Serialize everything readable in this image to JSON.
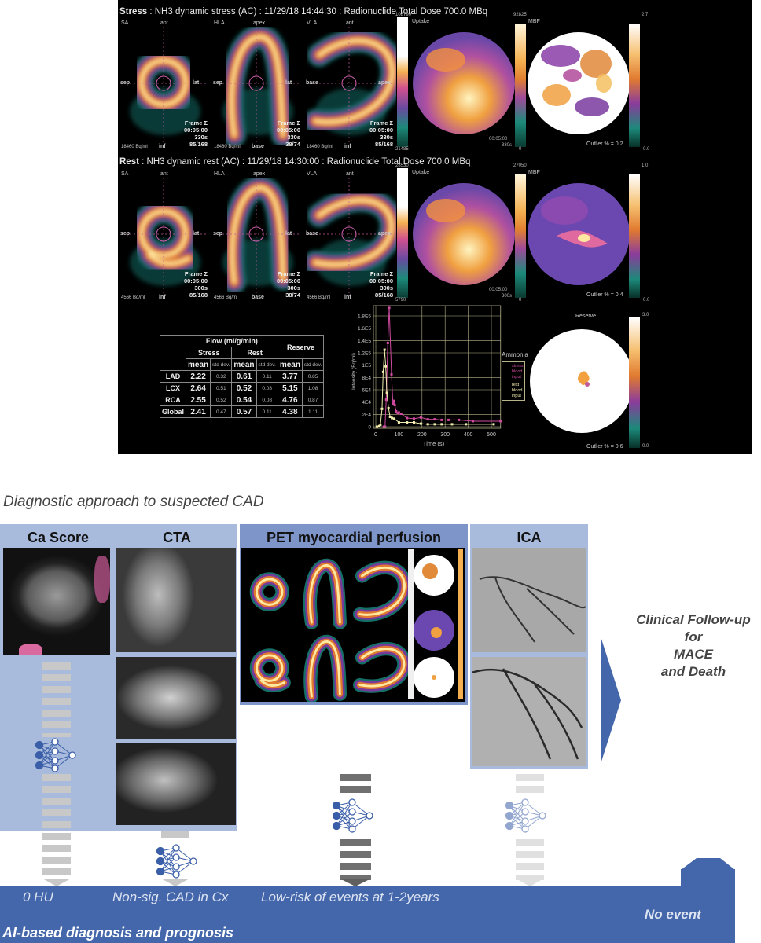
{
  "pet_panel": {
    "stress_header": {
      "bold": "Stress",
      "text": " : NH3 dynamic stress (AC) : 11/29/18 14:44:30 : Radionuclide Total Dose 700.0 MBq"
    },
    "rest_header": {
      "bold": "Rest",
      "text": " : NH3 dynamic rest (AC) : 11/29/18 14:30:00 : Radionuclide Total Dose 700.0 MBq"
    },
    "views": [
      {
        "name": "SA",
        "top": "ant",
        "left": "sep",
        "right": "lat",
        "bottom": "inf",
        "frame": "85/168"
      },
      {
        "name": "HLA",
        "top": "apex",
        "left": "sep",
        "right": "lat",
        "bottom": "base",
        "frame": "38/74"
      },
      {
        "name": "VLA",
        "top": "ant",
        "left": "base",
        "right": "apex",
        "bottom": "inf",
        "frame": "85/168"
      }
    ],
    "frame_label": "Frame Σ",
    "frame_time": "00:05:00",
    "stress": {
      "duration": "330s",
      "activity": "18460 Bq/ml",
      "uptake_max": "108790",
      "uptake_min": "21485",
      "mbf_bar_max": "92825",
      "mbf_bar_min": "0",
      "mbf_max": "2.7",
      "mbf_min": "0.0",
      "outlier": "Outlier % = 0.2"
    },
    "rest": {
      "duration": "300s",
      "activity": "4566 Bq/ml",
      "uptake_max": "28530",
      "uptake_min": "5790",
      "mbf_bar_max": "27050",
      "mbf_bar_min": "0",
      "mbf_max": "1.0",
      "mbf_min": "0.0",
      "outlier": "Outlier % = 0.4"
    },
    "uptake_label": "Uptake",
    "mbf_label": "MBF",
    "reserve": {
      "label": "Reserve",
      "max": "3.0",
      "min": "0.0",
      "outlier": "Outlier % = 0.6"
    },
    "table": {
      "flow_header": "Flow (ml/g/min)",
      "reserve_header": "Reserve",
      "stress_header": "Stress",
      "rest_header": "Rest",
      "mean": "mean",
      "std": "std dev.",
      "rows": [
        {
          "region": "LAD",
          "stress_mean": "2.22",
          "stress_sd": "0.32",
          "rest_mean": "0.61",
          "rest_sd": "0.11",
          "res_mean": "3.77",
          "res_sd": "0.85"
        },
        {
          "region": "LCX",
          "stress_mean": "2.64",
          "stress_sd": "0.51",
          "rest_mean": "0.52",
          "rest_sd": "0.08",
          "res_mean": "5.15",
          "res_sd": "1.08"
        },
        {
          "region": "RCA",
          "stress_mean": "2.55",
          "stress_sd": "0.52",
          "rest_mean": "0.54",
          "rest_sd": "0.08",
          "res_mean": "4.76",
          "res_sd": "0.87"
        },
        {
          "region": "Global",
          "stress_mean": "2.41",
          "stress_sd": "0.47",
          "rest_mean": "0.57",
          "rest_sd": "0.11",
          "res_mean": "4.38",
          "res_sd": "1.11"
        }
      ]
    }
  },
  "chart_data": {
    "type": "line",
    "title": "Ammonia",
    "xlabel": "Time (s)",
    "ylabel": "Intensity (Bq/ml)",
    "xlim": [
      0,
      540
    ],
    "ylim": [
      0,
      195000
    ],
    "xticks": [
      0,
      100,
      200,
      300,
      400,
      500
    ],
    "yticks": [
      0,
      20000,
      40000,
      60000,
      80000,
      100000,
      120000,
      140000,
      160000,
      180000
    ],
    "ytick_labels": [
      "0",
      "2E4",
      "4E4",
      "6E4",
      "8E4",
      "1E5",
      "1.2E5",
      "1.4E5",
      "1.6E5",
      "1.8E5"
    ],
    "grid": true,
    "legend_placement": "right",
    "series": [
      {
        "name": "stress blood input",
        "legend": [
          "stress",
          "blood",
          "input"
        ],
        "color": "#d04aa0",
        "x": [
          35,
          40,
          45,
          52,
          58,
          68,
          74,
          78,
          82,
          88,
          95,
          100,
          110,
          135,
          165,
          195,
          225,
          255,
          285,
          315,
          360,
          420,
          540
        ],
        "y": [
          0,
          0,
          44000,
          136000,
          195000,
          85000,
          37000,
          42000,
          35000,
          25000,
          22000,
          23000,
          21000,
          14000,
          13000,
          15000,
          12000,
          12000,
          11000,
          11000,
          11000,
          9000,
          9000
        ]
      },
      {
        "name": "rest blood input",
        "legend": [
          "rest",
          "blood",
          "input"
        ],
        "color": "#f2eeb0",
        "x": [
          5,
          15,
          20,
          27,
          32,
          38,
          43,
          48,
          55,
          62,
          70,
          80,
          100,
          135,
          165,
          195,
          225,
          255,
          285,
          330,
          390,
          510
        ],
        "y": [
          0,
          1000,
          3000,
          29000,
          89000,
          125000,
          98000,
          55000,
          30000,
          16000,
          14000,
          13000,
          7000,
          7000,
          7000,
          5000,
          4000,
          4000,
          4000,
          4000,
          4000,
          4000
        ]
      }
    ]
  },
  "figure": {
    "title": "Diagnostic approach to suspected CAD",
    "panels": [
      "Ca Score",
      "CTA",
      "PET myocardial perfusion",
      "ICA"
    ],
    "follow_up": [
      "Clinical Follow-up",
      "for",
      "MACE",
      "and Death"
    ],
    "outcomes": [
      "0 HU",
      "Non-sig. CAD in Cx",
      "Low-risk of events at 1-2years"
    ],
    "no_event": "No event",
    "footer": "AI-based diagnosis and prognosis",
    "colors": {
      "blue": "#4466aa",
      "light_panel": "#a9bbdc",
      "pet_panel": "#7d95c8"
    }
  }
}
